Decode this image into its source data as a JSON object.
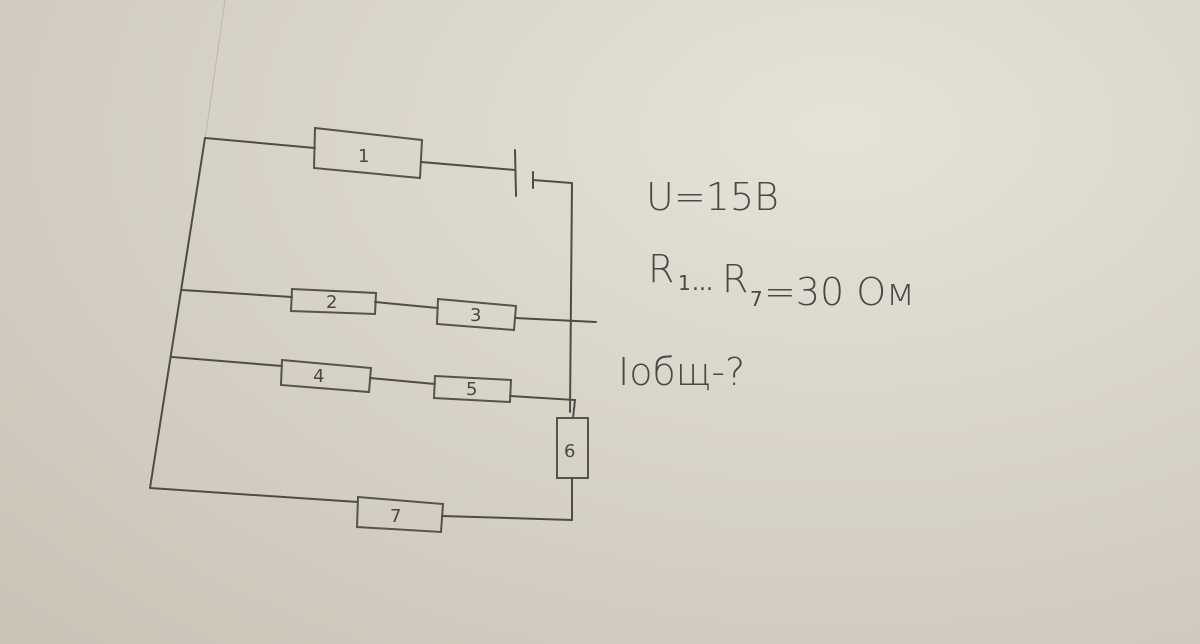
{
  "diagram": {
    "resistors": [
      {
        "id": "R1",
        "label": "1"
      },
      {
        "id": "R2",
        "label": "2"
      },
      {
        "id": "R3",
        "label": "3"
      },
      {
        "id": "R4",
        "label": "4"
      },
      {
        "id": "R5",
        "label": "5"
      },
      {
        "id": "R6",
        "label": "6"
      },
      {
        "id": "R7",
        "label": "7"
      }
    ],
    "source": "battery-icon"
  },
  "notes": {
    "voltage": "U=15B",
    "resistance_main": "R",
    "resistance_sub1": "1",
    "resistance_dots": "...",
    "resistance_main2": "R",
    "resistance_sub7": "7",
    "resistance_value": "=30 Ом",
    "question": "Iобщ-?"
  },
  "colors": {
    "pencil": "#4e4c49",
    "paper": "#dcd7cb"
  }
}
